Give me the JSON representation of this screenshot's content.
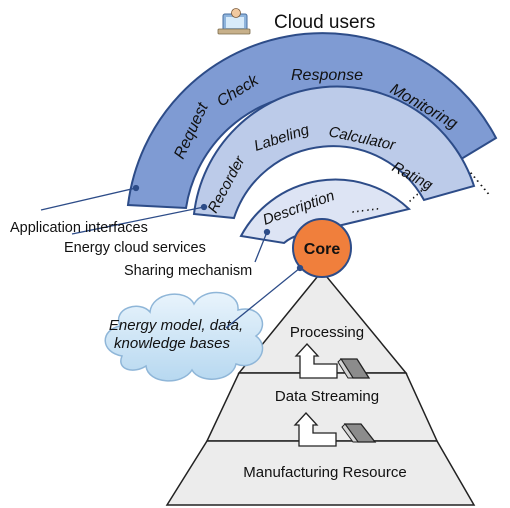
{
  "title": "Cloud users",
  "rings": {
    "application": {
      "items": [
        "Request",
        "Check",
        "Response",
        "Monitoring",
        "……"
      ]
    },
    "services": {
      "items": [
        "Recorder",
        "Labeling",
        "Calculator",
        "Rating",
        "……"
      ]
    },
    "sharing": {
      "items": [
        "Description",
        "……"
      ]
    }
  },
  "labels": {
    "application_interfaces": "Application interfaces",
    "energy_cloud_services": "Energy cloud services",
    "sharing_mechanism": "Sharing mechanism"
  },
  "core": {
    "label": "Core"
  },
  "cloud": {
    "line1": "Energy model, data,",
    "line2": "knowledge bases"
  },
  "pyramid": {
    "processing": "Processing",
    "data_streaming": "Data Streaming",
    "manufacturing_resource": "Manufacturing Resource"
  },
  "colors": {
    "outer_ring": "#7f9bd3",
    "middle_ring": "#bccbe9",
    "inner_ring": "#dde4f4",
    "core": "#f07f3c",
    "pyramid": "#ececec"
  }
}
